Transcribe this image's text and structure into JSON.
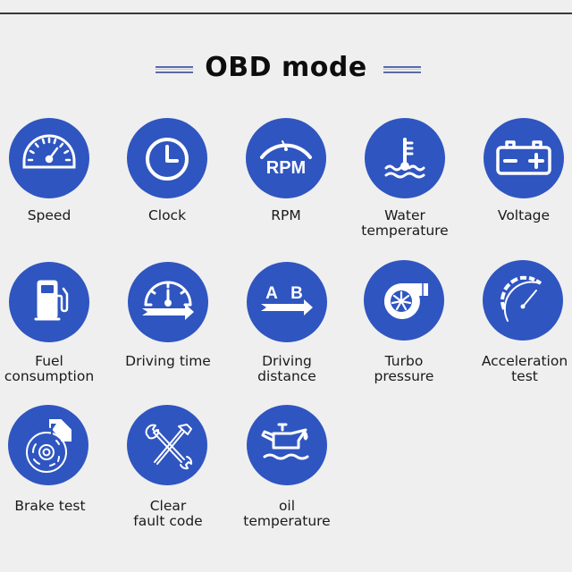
{
  "header": {
    "title": "OBD mode"
  },
  "theme": {
    "circle_color": "#2f55c0",
    "background": "#efefef",
    "icon_color": "#ffffff"
  },
  "items": [
    {
      "icon": "speedometer-icon",
      "label_lines": [
        "Speed"
      ]
    },
    {
      "icon": "clock-icon",
      "label_lines": [
        "Clock"
      ]
    },
    {
      "icon": "rpm-gauge-icon",
      "icon_text": "RPM",
      "label_lines": [
        "RPM"
      ]
    },
    {
      "icon": "water-temperature-icon",
      "label_lines": [
        "Water",
        "temperature"
      ]
    },
    {
      "icon": "battery-icon",
      "label_lines": [
        "Voltage"
      ]
    },
    {
      "icon": "fuel-pump-icon",
      "label_lines": [
        "Fuel",
        "consumption"
      ]
    },
    {
      "icon": "driving-time-icon",
      "label_lines": [
        "Driving time"
      ]
    },
    {
      "icon": "driving-distance-icon",
      "icon_text_a": "A",
      "icon_text_b": "B",
      "label_lines": [
        "Driving",
        "distance"
      ]
    },
    {
      "icon": "turbo-icon",
      "label_lines": [
        "Turbo",
        "pressure"
      ]
    },
    {
      "icon": "acceleration-gauge-icon",
      "label_lines": [
        "Acceleration",
        "test"
      ]
    },
    {
      "icon": "brake-disc-icon",
      "label_lines": [
        "Brake test"
      ]
    },
    {
      "icon": "wrench-tools-icon",
      "label_lines": [
        "Clear",
        "fault code"
      ]
    },
    {
      "icon": "oil-can-icon",
      "label_lines": [
        "oil",
        "temperature"
      ]
    }
  ]
}
